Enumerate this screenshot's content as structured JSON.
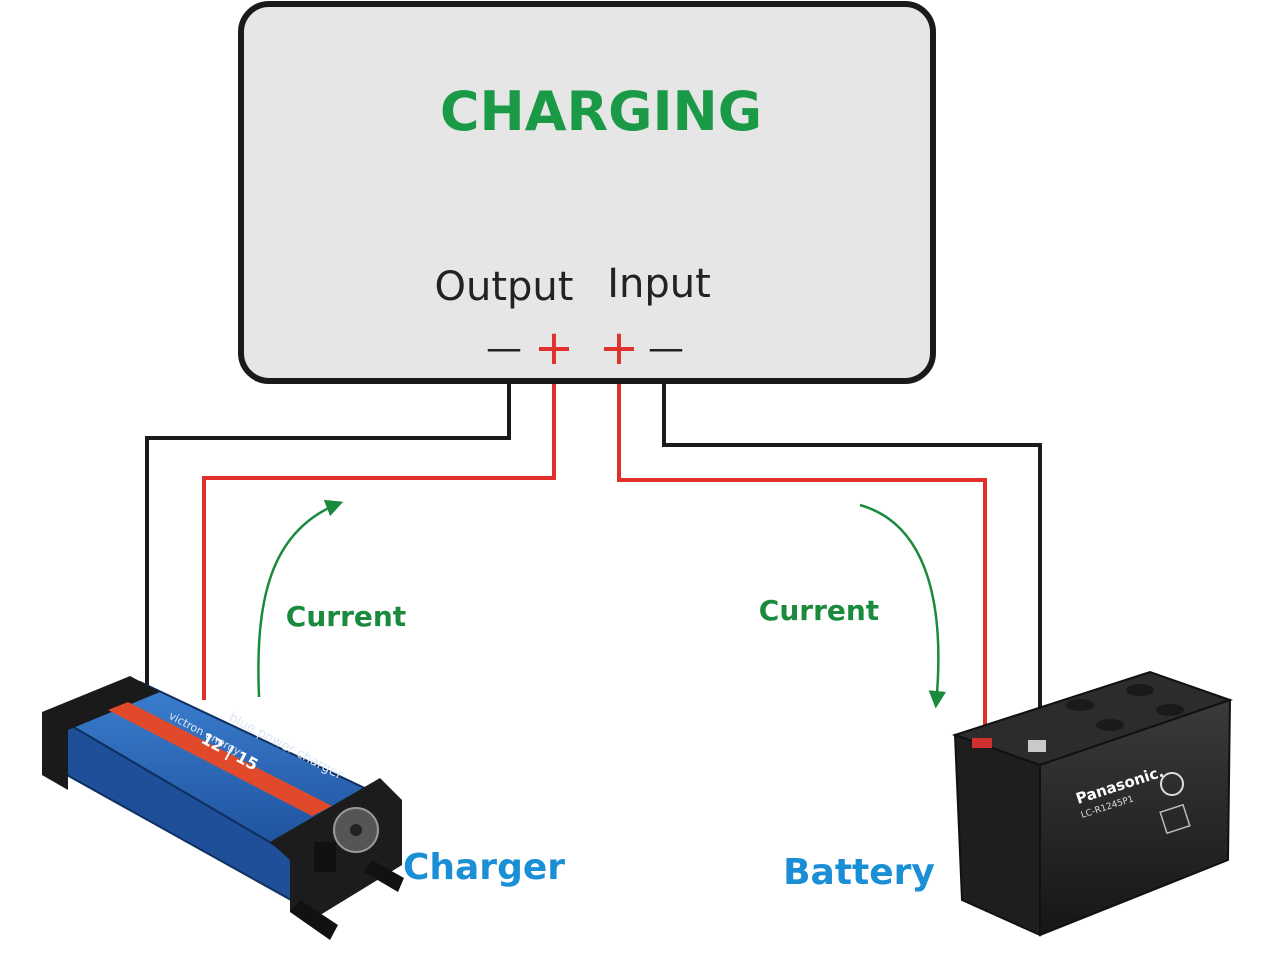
{
  "device": {
    "title": "CHARGING",
    "output_label": "Output",
    "input_label": "Input",
    "minus_symbol": "—",
    "plus_symbol": "+"
  },
  "flows": {
    "left_current_label": "Current",
    "right_current_label": "Current"
  },
  "charger": {
    "label": "Charger",
    "brand_text": "victron energy",
    "model_text": "blue power charger",
    "rating_text": "12 | 15"
  },
  "battery": {
    "label": "Battery",
    "brand_text": "Panasonic.",
    "model_text": "LC-R1245P1"
  },
  "colors": {
    "title_green": "#1a9a46",
    "current_green": "#1a8a3c",
    "label_blue": "#1a8fd6",
    "wire_red": "#e0302c",
    "wire_black": "#1a1a1a",
    "box_fill": "#e6e6e6"
  }
}
